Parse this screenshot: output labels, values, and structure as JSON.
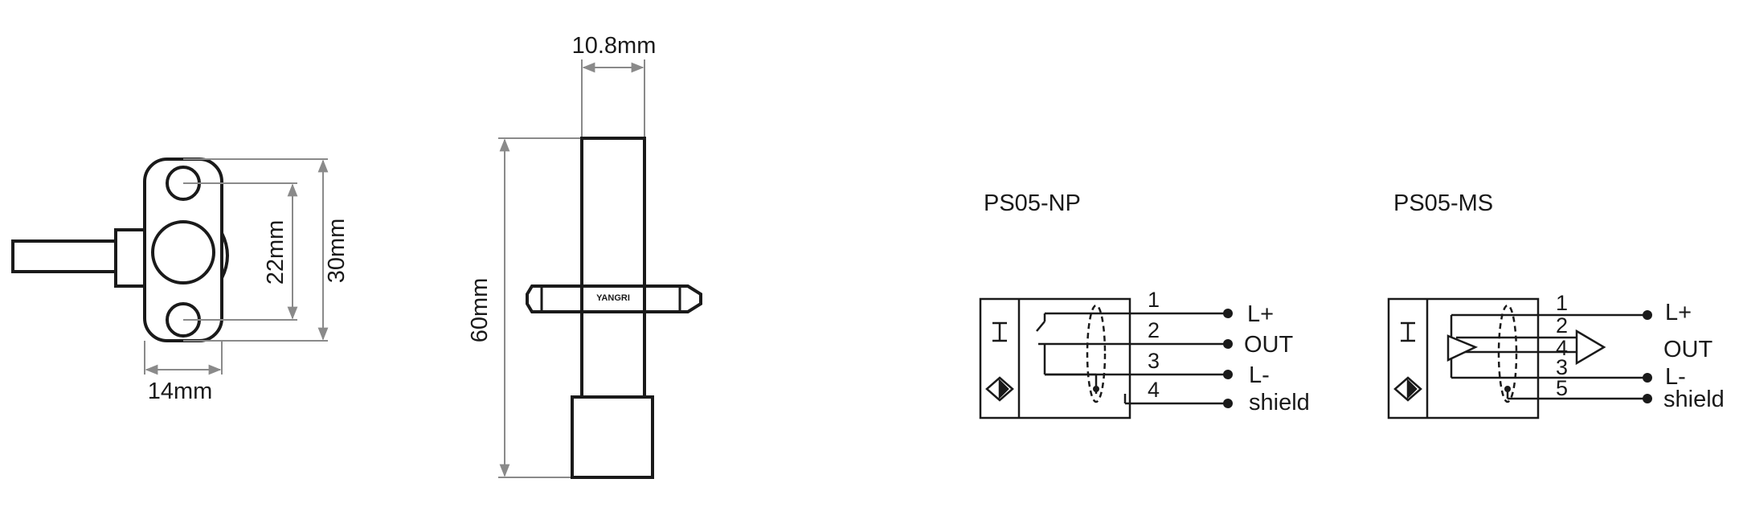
{
  "dimensions": {
    "front_width": "14mm",
    "hole_spacing": "22mm",
    "front_height": "30mm",
    "body_width": "10.8mm",
    "body_length": "60mm"
  },
  "logo_text": "YANGRI",
  "colors": {
    "line": "#1a1a1a",
    "dim": "#8a8a8a"
  },
  "diagrams": [
    {
      "title": "PS05-NP",
      "pins": [
        "1",
        "2",
        "3",
        "4"
      ],
      "signals": [
        "L+",
        "OUT",
        "L-",
        "shield"
      ]
    },
    {
      "title": "PS05-MS",
      "pins": [
        "1",
        "2",
        "4",
        "3",
        "5"
      ],
      "signals": [
        "L+",
        "OUT",
        "L-",
        "shield"
      ]
    }
  ],
  "icons": {
    "inductive": "inductive-symbol-icon",
    "diamond": "diamond-switch-icon"
  }
}
